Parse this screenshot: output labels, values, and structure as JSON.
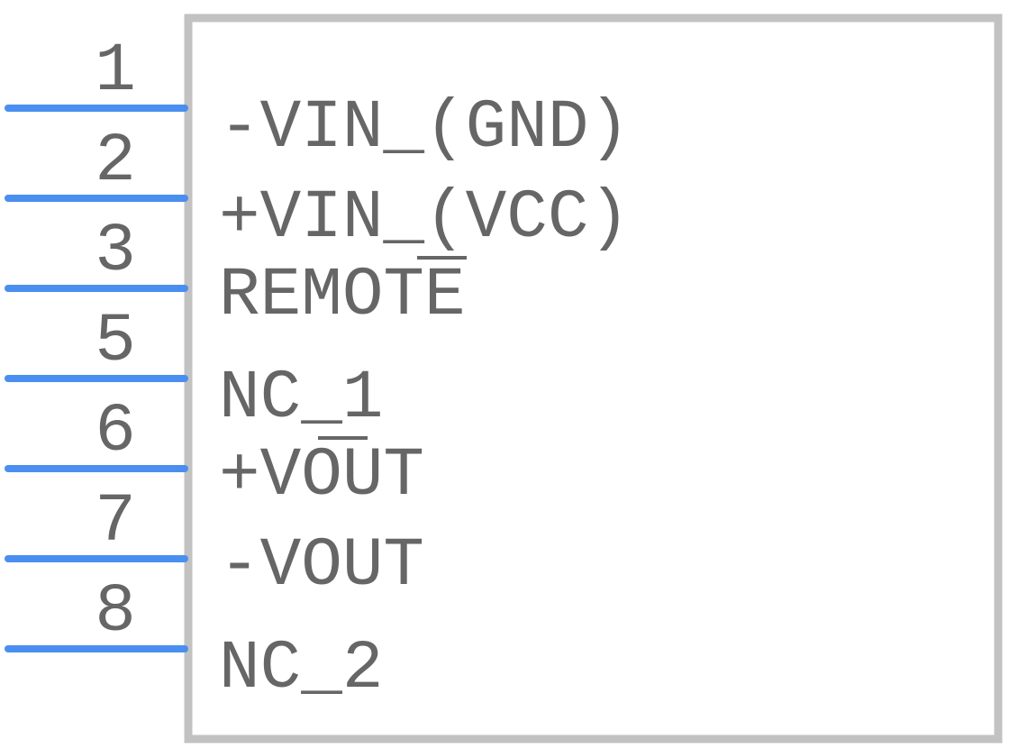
{
  "component": {
    "body_stroke_color": "#c2c2c2",
    "pin_color": "#4a8ff0",
    "text_color": "#666666",
    "pins": [
      {
        "number": "1",
        "label": "-VIN_(GND)"
      },
      {
        "number": "2",
        "label": "+VIN_(VCC)"
      },
      {
        "number": "3",
        "label": "REMOTE"
      },
      {
        "number": "5",
        "label": "NC_1"
      },
      {
        "number": "6",
        "label": "+VOUT"
      },
      {
        "number": "7",
        "label": "-VOUT"
      },
      {
        "number": "8",
        "label": "NC_2"
      }
    ]
  }
}
